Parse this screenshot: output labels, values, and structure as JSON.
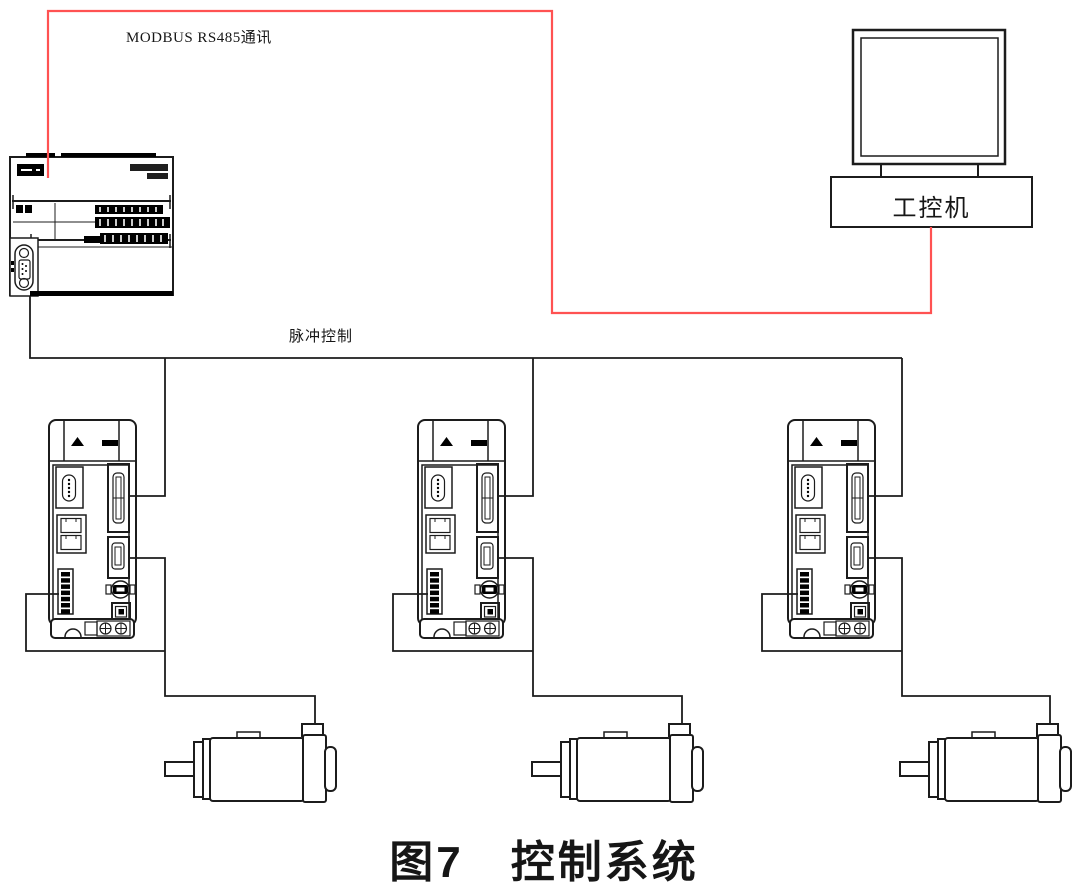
{
  "figure": {
    "caption": "图7　控制系统",
    "kind": "control-system-wiring-diagram",
    "background": "#ffffff"
  },
  "labels": {
    "modbus": "MODBUS RS485通讯",
    "pulse": "脉冲控制",
    "ipc": "工控机"
  },
  "colors": {
    "modbus_line": "#ff5252",
    "signal_line": "#1c1c1c",
    "text": "#161616"
  },
  "nodes": [
    {
      "id": "plc",
      "kind": "plc-unit",
      "visible_label": ""
    },
    {
      "id": "industrial-pc",
      "kind": "computer-with-monitor",
      "visible_label": "工控机"
    },
    {
      "id": "servo-drive-1",
      "kind": "servo-drive",
      "visible_label": ""
    },
    {
      "id": "servo-drive-2",
      "kind": "servo-drive",
      "visible_label": ""
    },
    {
      "id": "servo-drive-3",
      "kind": "servo-drive",
      "visible_label": ""
    },
    {
      "id": "servo-motor-1",
      "kind": "servo-motor",
      "visible_label": ""
    },
    {
      "id": "servo-motor-2",
      "kind": "servo-motor",
      "visible_label": ""
    },
    {
      "id": "servo-motor-3",
      "kind": "servo-motor",
      "visible_label": ""
    }
  ],
  "edges": [
    {
      "from": "plc",
      "to": "industrial-pc",
      "label": "MODBUS RS485通讯",
      "line": "red"
    },
    {
      "from": "plc",
      "to": "servo-drive-1",
      "label": "脉冲控制",
      "line": "black"
    },
    {
      "from": "plc",
      "to": "servo-drive-2",
      "label": "脉冲控制",
      "line": "black"
    },
    {
      "from": "plc",
      "to": "servo-drive-3",
      "label": "脉冲控制",
      "line": "black"
    },
    {
      "from": "servo-drive-1",
      "to": "servo-motor-1",
      "line": "black"
    },
    {
      "from": "servo-drive-2",
      "to": "servo-motor-2",
      "line": "black"
    },
    {
      "from": "servo-drive-3",
      "to": "servo-motor-3",
      "line": "black"
    }
  ]
}
